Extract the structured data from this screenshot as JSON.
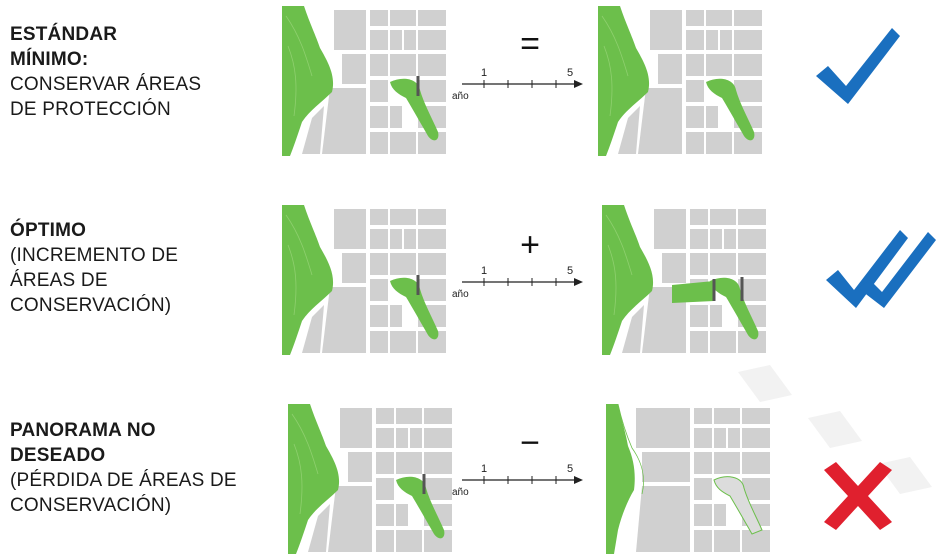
{
  "rows": [
    {
      "title_lines": [
        "ESTÁNDAR",
        "MÍNIMO:"
      ],
      "desc_lines": [
        "CONSERVAR ÁREAS",
        "DE PROTECCIÓN"
      ],
      "operator": "=",
      "result_icon": "single-check-icon"
    },
    {
      "title_lines": [
        "ÓPTIMO"
      ],
      "desc_lines": [
        "(INCREMENTO DE",
        "ÁREAS DE",
        "CONSERVACIÓN)"
      ],
      "operator": "+",
      "result_icon": "double-check-icon"
    },
    {
      "title_lines": [
        "PANORAMA NO",
        "DESEADO"
      ],
      "desc_lines": [
        "(PÉRDIDA DE ÁREAS DE",
        "CONSERVACIÓN)"
      ],
      "operator": "−",
      "result_icon": "cross-icon"
    }
  ],
  "timeline": {
    "start": "1",
    "end": "5",
    "unit": "año"
  },
  "colors": {
    "green": "#6cbf4b",
    "block": "#d0d0d0",
    "check": "#1a6fbf",
    "cross": "#e0202e"
  }
}
